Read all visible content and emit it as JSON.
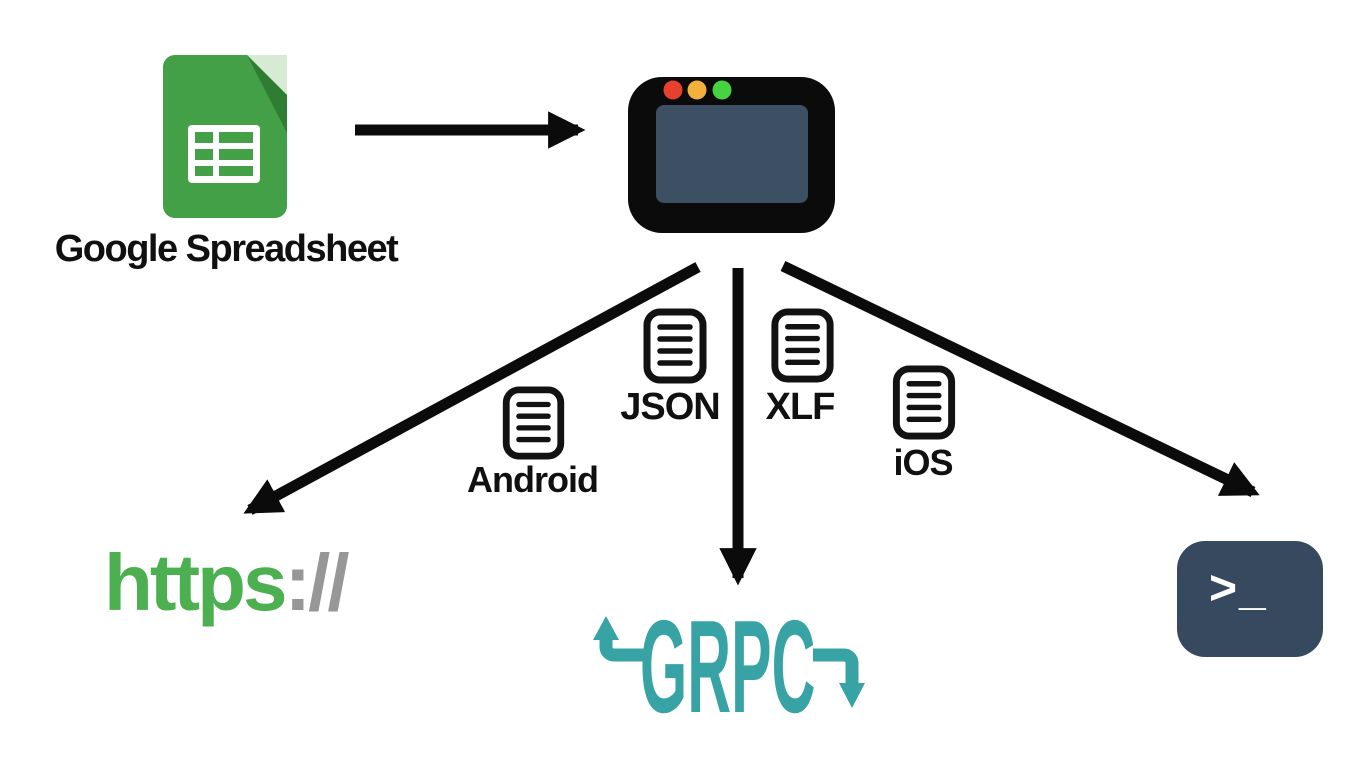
{
  "source": {
    "label": "Google Spreadsheet",
    "icon": "google-sheets-icon"
  },
  "processor": {
    "icon": "app-window-icon"
  },
  "formats": [
    {
      "label": "Android",
      "icon": "document-icon"
    },
    {
      "label": "JSON",
      "icon": "document-icon"
    },
    {
      "label": "XLF",
      "icon": "document-icon"
    },
    {
      "label": "iOS",
      "icon": "document-icon"
    }
  ],
  "outputs": {
    "web": {
      "scheme": "https",
      "separator": "://"
    },
    "grpc": {
      "label": "GRPC"
    },
    "terminal": {
      "prompt": ">_"
    }
  },
  "colors": {
    "arrow_black": "#0b0b0b",
    "sheets_green": "#43A047",
    "sheets_fold_light": "#D6EAD4",
    "sheets_fold_shadow": "#2E7D32",
    "window_black": "#0b0b0b",
    "window_screen": "#3D4F62",
    "dot_red": "#E8402F",
    "dot_yellow": "#F1B13C",
    "dot_green": "#47D33F",
    "https_green": "#4CAF50",
    "https_gray": "#979797",
    "grpc_teal": "#38A3A5",
    "terminal_bg": "#36495E",
    "terminal_text": "#ffffff"
  }
}
